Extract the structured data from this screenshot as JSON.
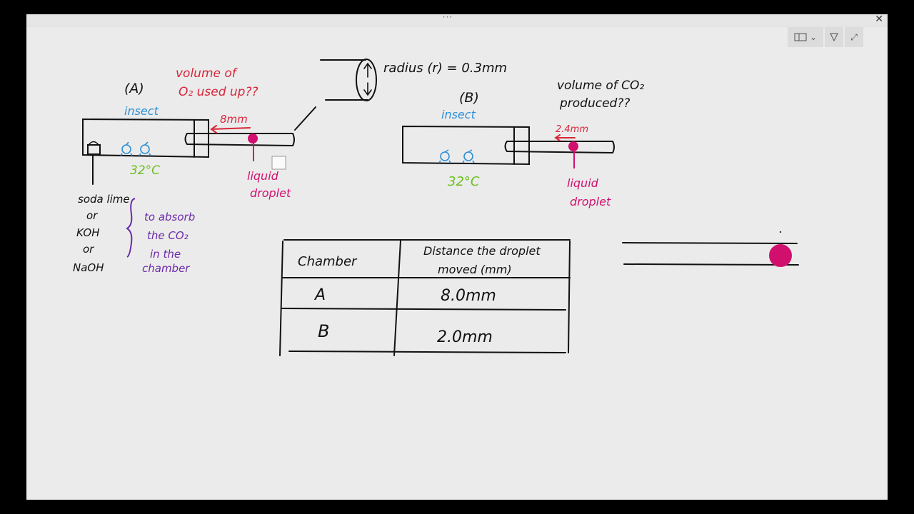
{
  "window": {
    "grip": "···",
    "close": "✕"
  },
  "toolbar": {
    "layout_icon": "layout-icon",
    "caret": "⌄",
    "pen_icon": "pen-icon",
    "expand": "⤢"
  },
  "colors": {
    "red": "#d8263a",
    "blue": "#2e8fd6",
    "green": "#6bbf1e",
    "purple": "#6b2aa8",
    "magenta": "#d1106e",
    "ink": "#111111"
  },
  "diagram_a": {
    "label": "(A)",
    "insect": "insect",
    "temp": "32°C",
    "distance": "8mm",
    "question": [
      "volume of",
      "O₂ used up??"
    ],
    "droplet_label": [
      "liquid",
      "droplet"
    ]
  },
  "absorbent": {
    "items": [
      "soda lime",
      "or",
      "KOH",
      "or",
      "NaOH"
    ],
    "purpose": [
      "to absorb",
      "the CO₂",
      "in the",
      "chamber"
    ]
  },
  "tube_detail": {
    "radius": "radius (r) = 0.3mm"
  },
  "diagram_b": {
    "label": "(B)",
    "insect": "insect",
    "temp": "32°C",
    "distance": "2.4mm",
    "question": [
      "volume of CO₂",
      "produced??"
    ],
    "droplet_label": [
      "liquid",
      "droplet"
    ]
  },
  "table": {
    "headers": [
      "Chamber",
      "Distance the droplet",
      "moved (mm)"
    ],
    "rows": [
      {
        "chamber": "A",
        "distance": "8.0mm"
      },
      {
        "chamber": "B",
        "distance": "2.0mm"
      }
    ]
  }
}
